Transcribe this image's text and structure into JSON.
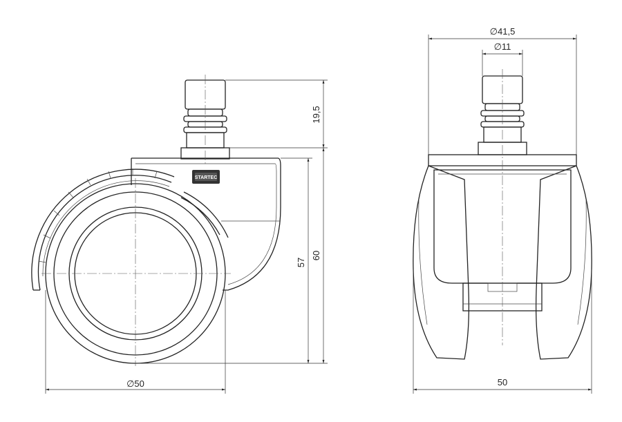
{
  "dimensions": {
    "side_wheel_diameter": "50",
    "side_stem_height": "19,5",
    "side_height_57": "57",
    "side_height_60": "60",
    "front_outer_diameter": "41,5",
    "front_stem_diameter": "11",
    "front_width": "50"
  },
  "diameter_symbol": "∅",
  "logo": {
    "text": "STARTEC"
  }
}
